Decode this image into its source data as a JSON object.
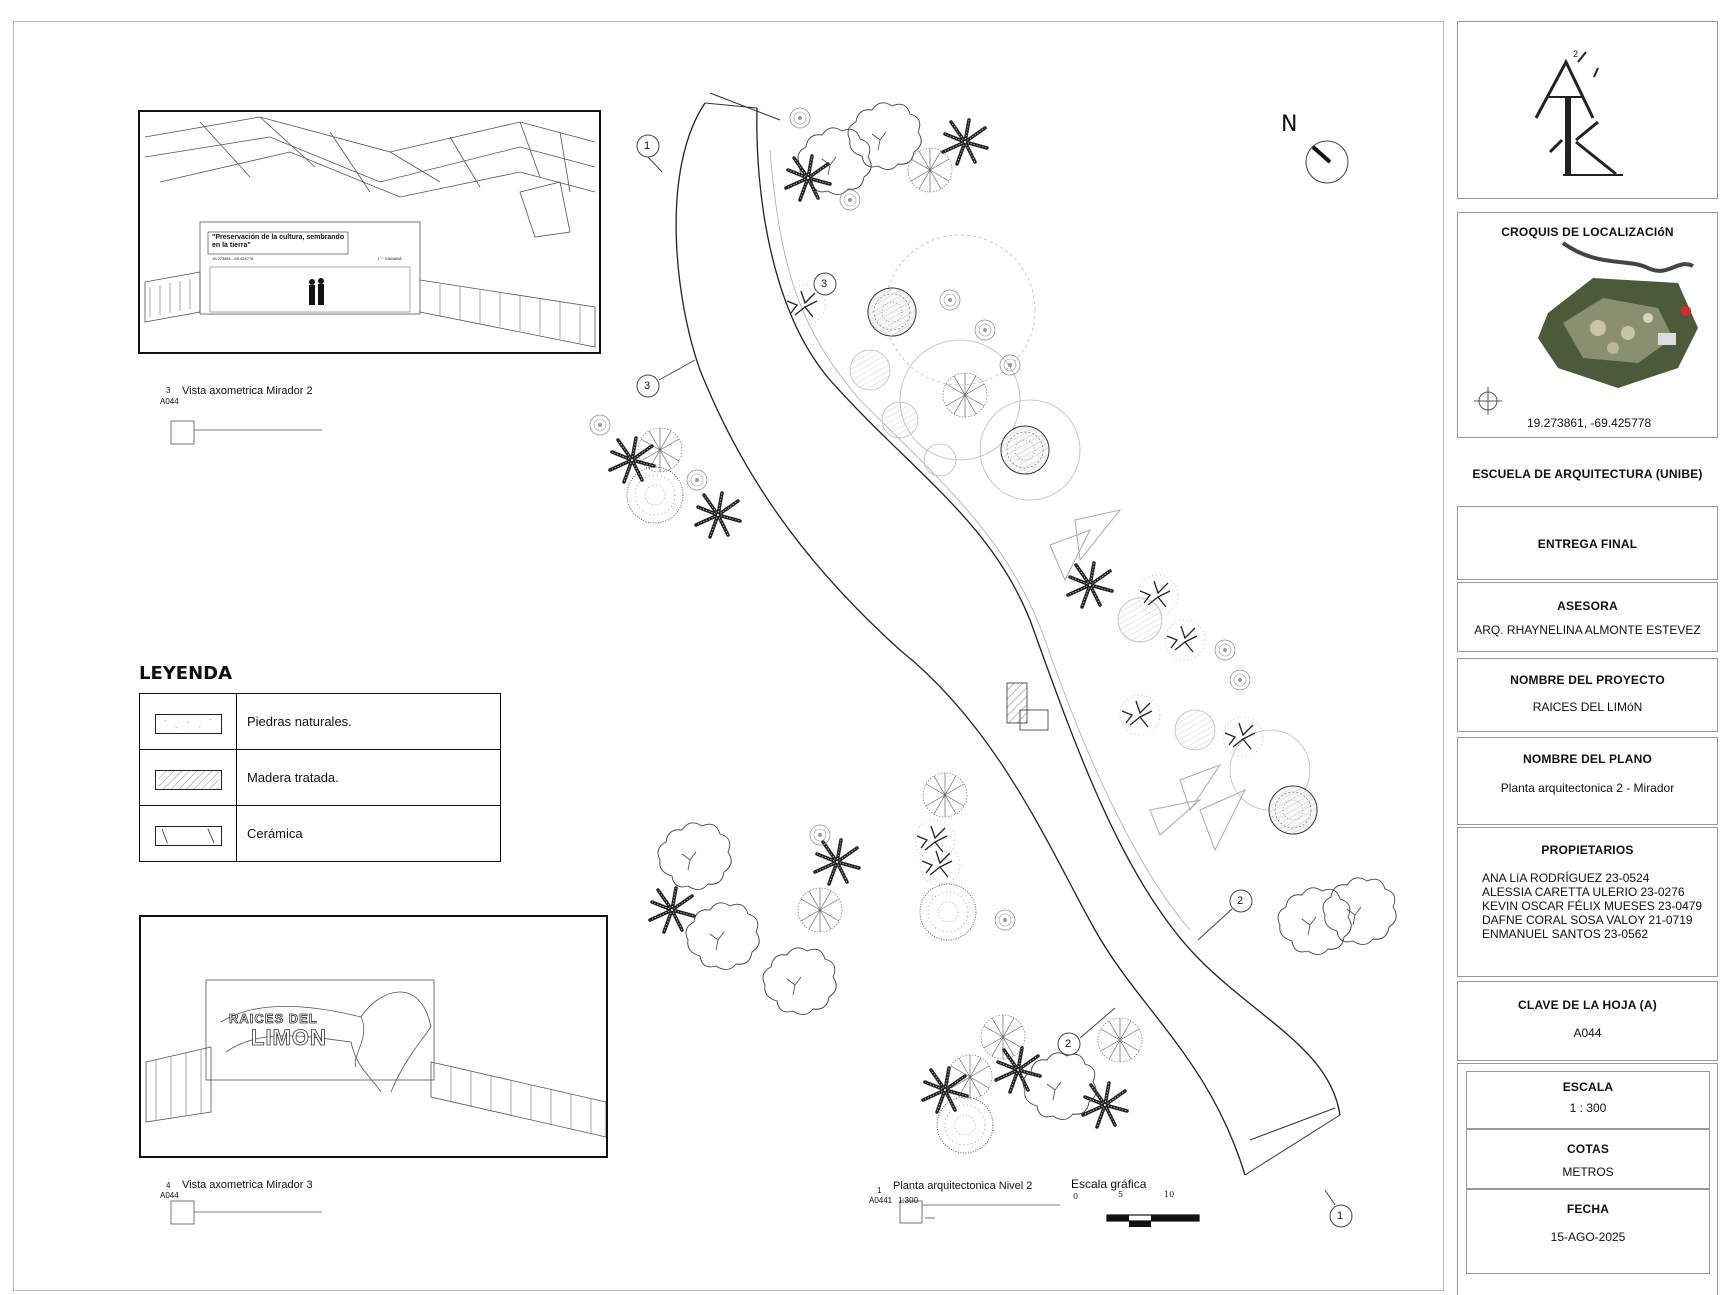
{
  "views": {
    "view2": {
      "number": "3",
      "title": "Vista axometrica Mirador 2",
      "ref": "A044",
      "sign_quote": "\"Preservación de la cultura, sembrando en la tierra\"",
      "sign_coords": "19.273861, -69.425778",
      "sign_right": "I ♡ SAMANÁ"
    },
    "view3": {
      "number": "4",
      "title": "Vista axometrica Mirador 3",
      "ref": "A044",
      "sign_word1": "RAICES DEL",
      "sign_word2": "LIMON"
    }
  },
  "legend": {
    "title": "LEYENDA",
    "items": [
      {
        "label": "Piedras naturales.",
        "pattern": "stone"
      },
      {
        "label": "Madera tratada.",
        "pattern": "wood"
      },
      {
        "label": "Cerámica",
        "pattern": "ceramic"
      }
    ]
  },
  "plan": {
    "north": "N",
    "markers": [
      "1",
      "3",
      "3",
      "2",
      "2",
      "1"
    ],
    "caption_number": "1",
    "caption_title": "Planta arquitectonica Nivel 2",
    "caption_ref": "A0441",
    "caption_scale": "1:300",
    "graphic_scale_title": "Escala gráfica",
    "graphic_scale_ticks": [
      "0",
      "5",
      "10"
    ]
  },
  "title_block": {
    "croquis_title": "CROQUIS DE LOCALIZACIóN",
    "coords": "19.273861, -69.425778",
    "school": "ESCUELA DE ARQUITECTURA (UNIBE)",
    "entrega": "ENTREGA FINAL",
    "asesora_label": "ASESORA",
    "asesora": "ARQ. RHAYNELINA ALMONTE ESTEVEZ",
    "proyecto_label": "NOMBRE DEL PROYECTO",
    "proyecto": "RAICES DEL LIMóN",
    "plano_label": "NOMBRE DEL PLANO",
    "plano": "Planta arquitectonica 2 - Mirador",
    "propietarios_label": "PROPIETARIOS",
    "propietarios": [
      "ANA LíA RODRÍGUEZ 23-0524",
      "ALESSIA CARETTA ULERIO 23-0276",
      "KEVIN OSCAR FÉLIX MUESES 23-0479",
      "DAFNE CORAL SOSA VALOY 21-0719",
      "ENMANUEL SANTOS 23-0562"
    ],
    "clave_label": "CLAVE DE LA HOJA (A)",
    "clave": "A044",
    "escala_label": "ESCALA",
    "escala": "1 : 300",
    "cotas_label": "COTAS",
    "cotas": "METROS",
    "fecha_label": "FECHA",
    "fecha": "15-AGO-2025"
  }
}
